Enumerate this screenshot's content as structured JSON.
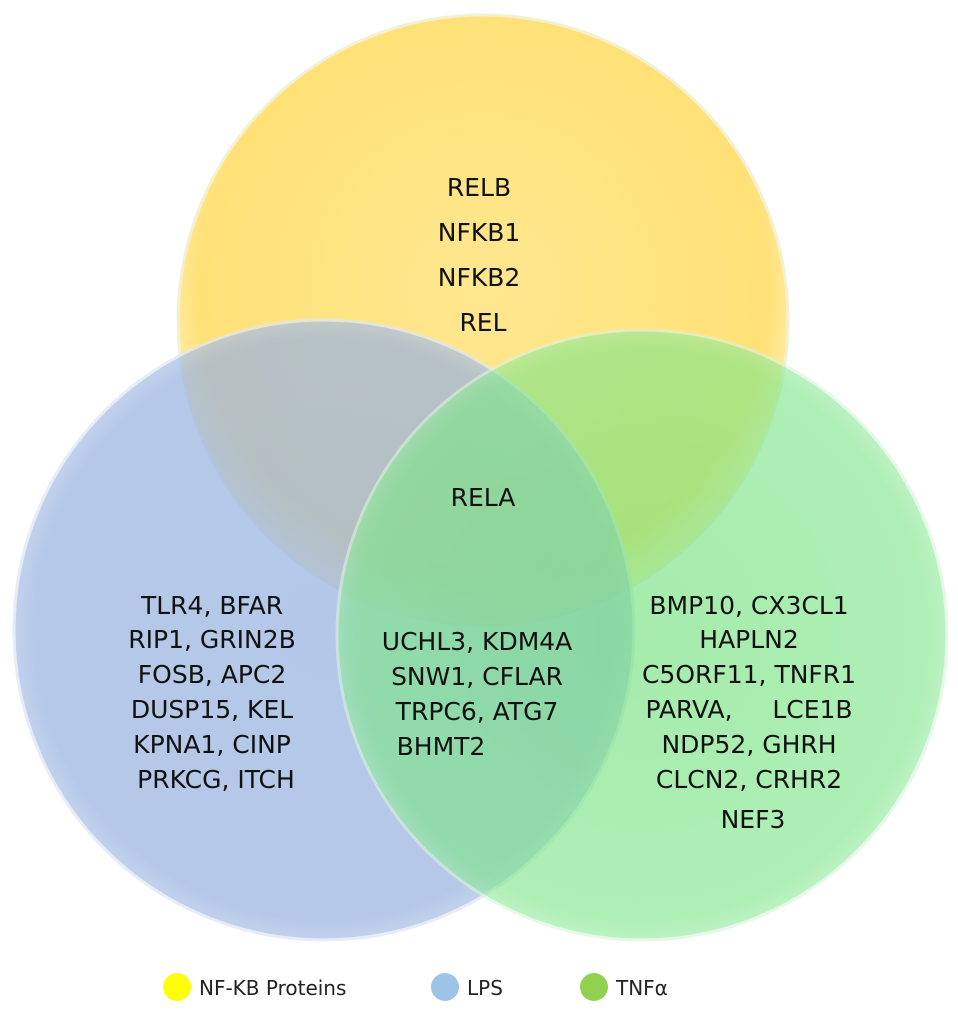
{
  "sets": [
    {
      "key": "nfkb",
      "label": "NF-KB Proteins",
      "color": "#ffe57a",
      "legend_color": "#ffff00"
    },
    {
      "key": "lps",
      "label": "LPS",
      "color": "#9bb5e0",
      "legend_color": "#9dc3e6"
    },
    {
      "key": "tnfa",
      "label": "TNFα",
      "color": "#7ee67e",
      "legend_color": "#92d050"
    }
  ],
  "regions": {
    "nfkb_only": [
      "RELB",
      "NFKB1",
      "NFKB2",
      "REL"
    ],
    "all_three": [
      "RELA"
    ],
    "lps_only": [
      "TLR4, BFAR",
      "RIP1, GRIN2B",
      "FOSB, APC2",
      "DUSP15, KEL",
      "KPNA1, CINP",
      "PRKCG, ITCH"
    ],
    "lps_tnfa": [
      "UCHL3, KDM4A",
      "SNW1, CFLAR",
      "TRPC6, ATG7",
      "BHMT2"
    ],
    "tnfa_only": [
      "BMP10, CX3CL1",
      "HAPLN2",
      "C5ORF11, TNFR1",
      "PARVA,     LCE1B",
      "NDP52, GHRH",
      "CLCN2, CRHR2",
      "NEF3"
    ]
  }
}
